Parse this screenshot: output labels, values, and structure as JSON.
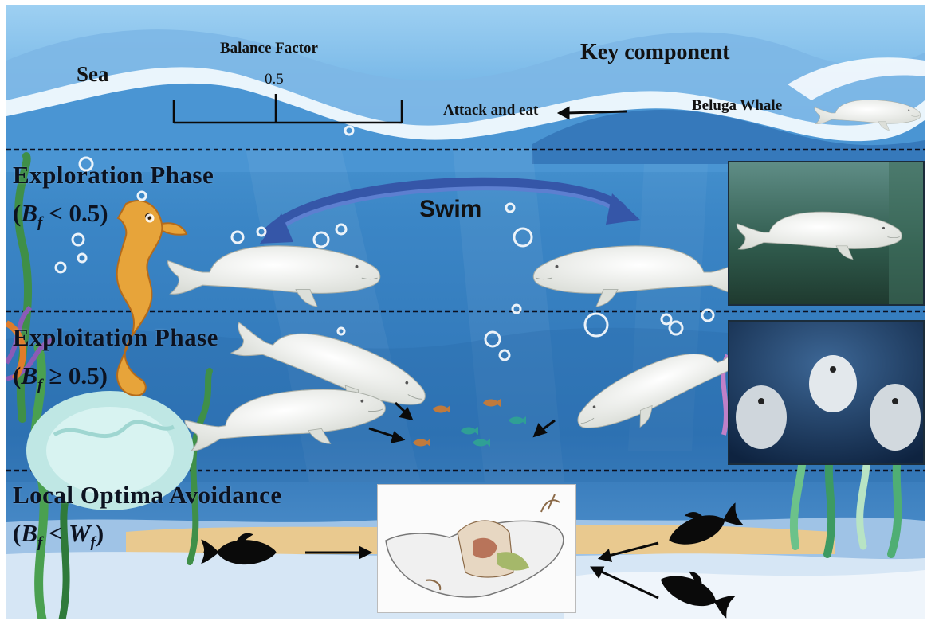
{
  "sea_label": "Sea",
  "balance_factor": {
    "title": "Balance Factor",
    "mid_value": "0.5"
  },
  "key_component": {
    "title": "Key component",
    "action_label": "Attack and eat",
    "agent_label": "Beluga Whale"
  },
  "swim_label": "Swim",
  "phases": [
    {
      "name": "Exploration Phase",
      "condition_var": "B",
      "condition_sub": "f",
      "condition_op": "< 0.5"
    },
    {
      "name": "Exploitation Phase",
      "condition_var": "B",
      "condition_sub": "f",
      "condition_op": "≥ 0.5"
    },
    {
      "name": "Local Optima Avoidance",
      "condition_var": "B",
      "condition_sub": "f",
      "condition_op": "< W",
      "condition_op_sub": "f"
    }
  ],
  "colors": {
    "sea_dark": "#1e5f9e",
    "sea_mid": "#3d8fcf",
    "sea_light": "#8ac4ec",
    "wave_white": "#eef6fc",
    "sand": "#e9c98f",
    "fish_prey": "#c07a3c",
    "fish_teal": "#2f9f95",
    "silhouette": "#0a0a0a",
    "phase_text": "#0c1220"
  },
  "icons": [
    "beluga-whale-icon",
    "seahorse-icon",
    "coral-icon",
    "seaweed-icon",
    "fish-silhouette-icon",
    "whale-carcass-icon",
    "bubble-icon",
    "arrow-icon"
  ]
}
